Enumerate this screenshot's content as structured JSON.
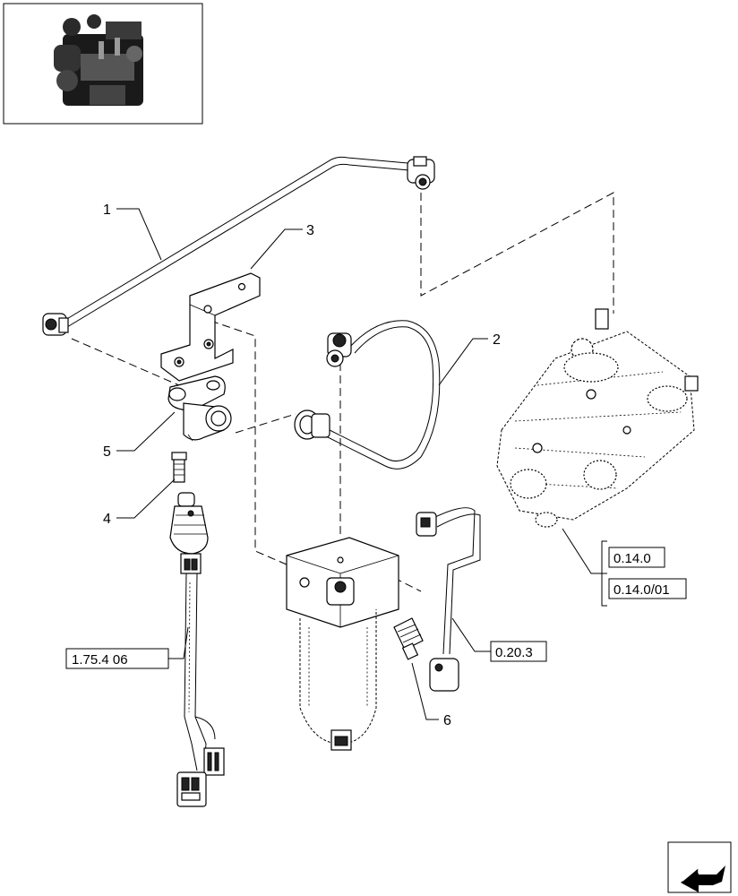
{
  "callouts": {
    "c1": "1",
    "c2": "2",
    "c3": "3",
    "c4": "4",
    "c5": "5",
    "c6": "6"
  },
  "references": {
    "ref_pump_a": "0.14.0",
    "ref_pump_b": "0.14.0/01",
    "ref_wire": "0.20.3",
    "ref_harness": "1.75.4 06"
  },
  "icons": {
    "thumbnail": "engine-thumbnail-icon",
    "nav": "next-page-arrow-icon"
  }
}
